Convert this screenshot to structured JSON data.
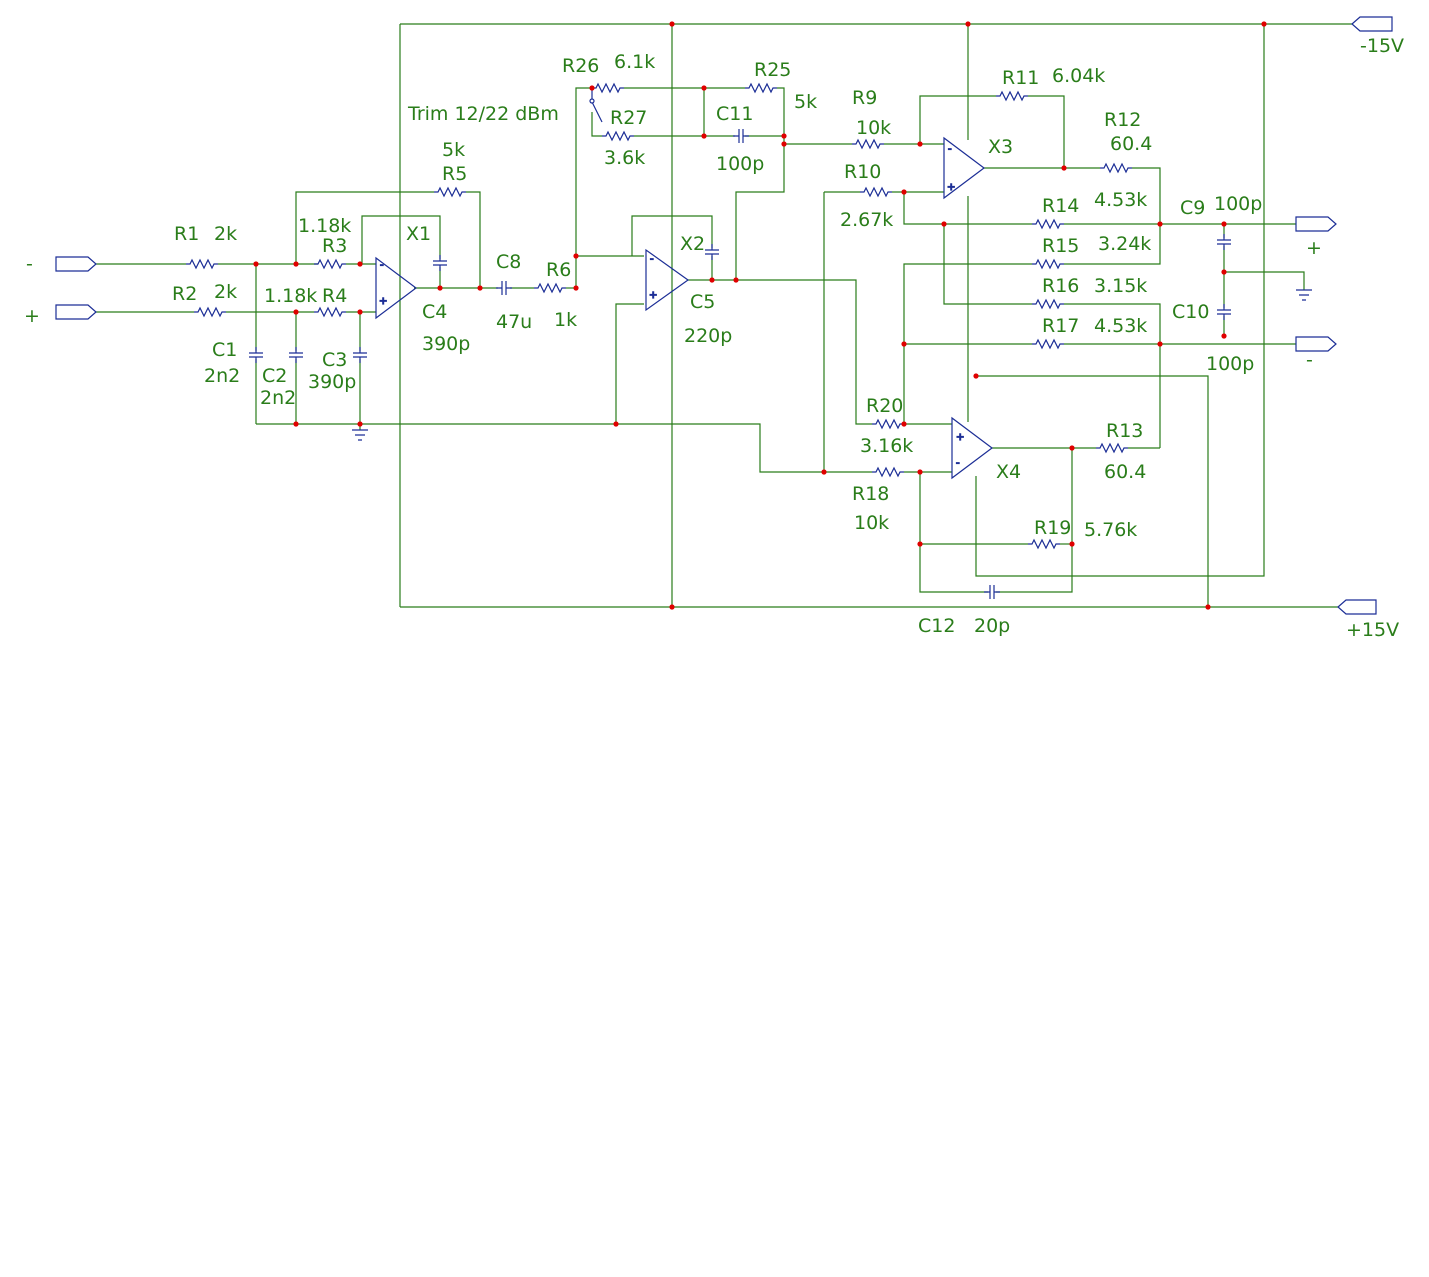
{
  "ports": {
    "in_minus": "-",
    "in_plus": "+",
    "out_plus": "+",
    "out_minus": "-",
    "neg_supply": "-15V",
    "pos_supply": "+15V"
  },
  "trim_label": "Trim 12/22 dBm",
  "opamps": [
    "X1",
    "X2",
    "X3",
    "X4"
  ],
  "components": {
    "R1": {
      "ref": "R1",
      "value": "2k"
    },
    "R2": {
      "ref": "R2",
      "value": "2k"
    },
    "R3": {
      "ref": "R3",
      "value": "1.18k"
    },
    "R4": {
      "ref": "R4",
      "value": "1.18k"
    },
    "R5": {
      "ref": "R5",
      "value": "5k"
    },
    "R6": {
      "ref": "R6",
      "value": "1k"
    },
    "R9": {
      "ref": "R9",
      "value": "10k"
    },
    "R10": {
      "ref": "R10",
      "value": "2.67k"
    },
    "R11": {
      "ref": "R11",
      "value": "6.04k"
    },
    "R12": {
      "ref": "R12",
      "value": "60.4"
    },
    "R13": {
      "ref": "R13",
      "value": "60.4"
    },
    "R14": {
      "ref": "R14",
      "value": "4.53k"
    },
    "R15": {
      "ref": "R15",
      "value": "3.24k"
    },
    "R16": {
      "ref": "R16",
      "value": "3.15k"
    },
    "R17": {
      "ref": "R17",
      "value": "4.53k"
    },
    "R18": {
      "ref": "R18",
      "value": "10k"
    },
    "R19": {
      "ref": "R19",
      "value": "5.76k"
    },
    "R20": {
      "ref": "R20",
      "value": "3.16k"
    },
    "R25": {
      "ref": "R25",
      "value": "5k"
    },
    "R26": {
      "ref": "R26",
      "value": "6.1k"
    },
    "R27": {
      "ref": "R27",
      "value": "3.6k"
    },
    "C1": {
      "ref": "C1",
      "value": "2n2"
    },
    "C2": {
      "ref": "C2",
      "value": "2n2"
    },
    "C3": {
      "ref": "C3",
      "value": "390p"
    },
    "C4": {
      "ref": "C4",
      "value": "390p"
    },
    "C5": {
      "ref": "C5",
      "value": "220p"
    },
    "C8": {
      "ref": "C8",
      "value": "47u"
    },
    "C9": {
      "ref": "C9",
      "value": "100p"
    },
    "C10": {
      "ref": "C10",
      "value": "100p"
    },
    "C11": {
      "ref": "C11",
      "value": "100p"
    },
    "C12": {
      "ref": "C12",
      "value": "20p"
    }
  }
}
